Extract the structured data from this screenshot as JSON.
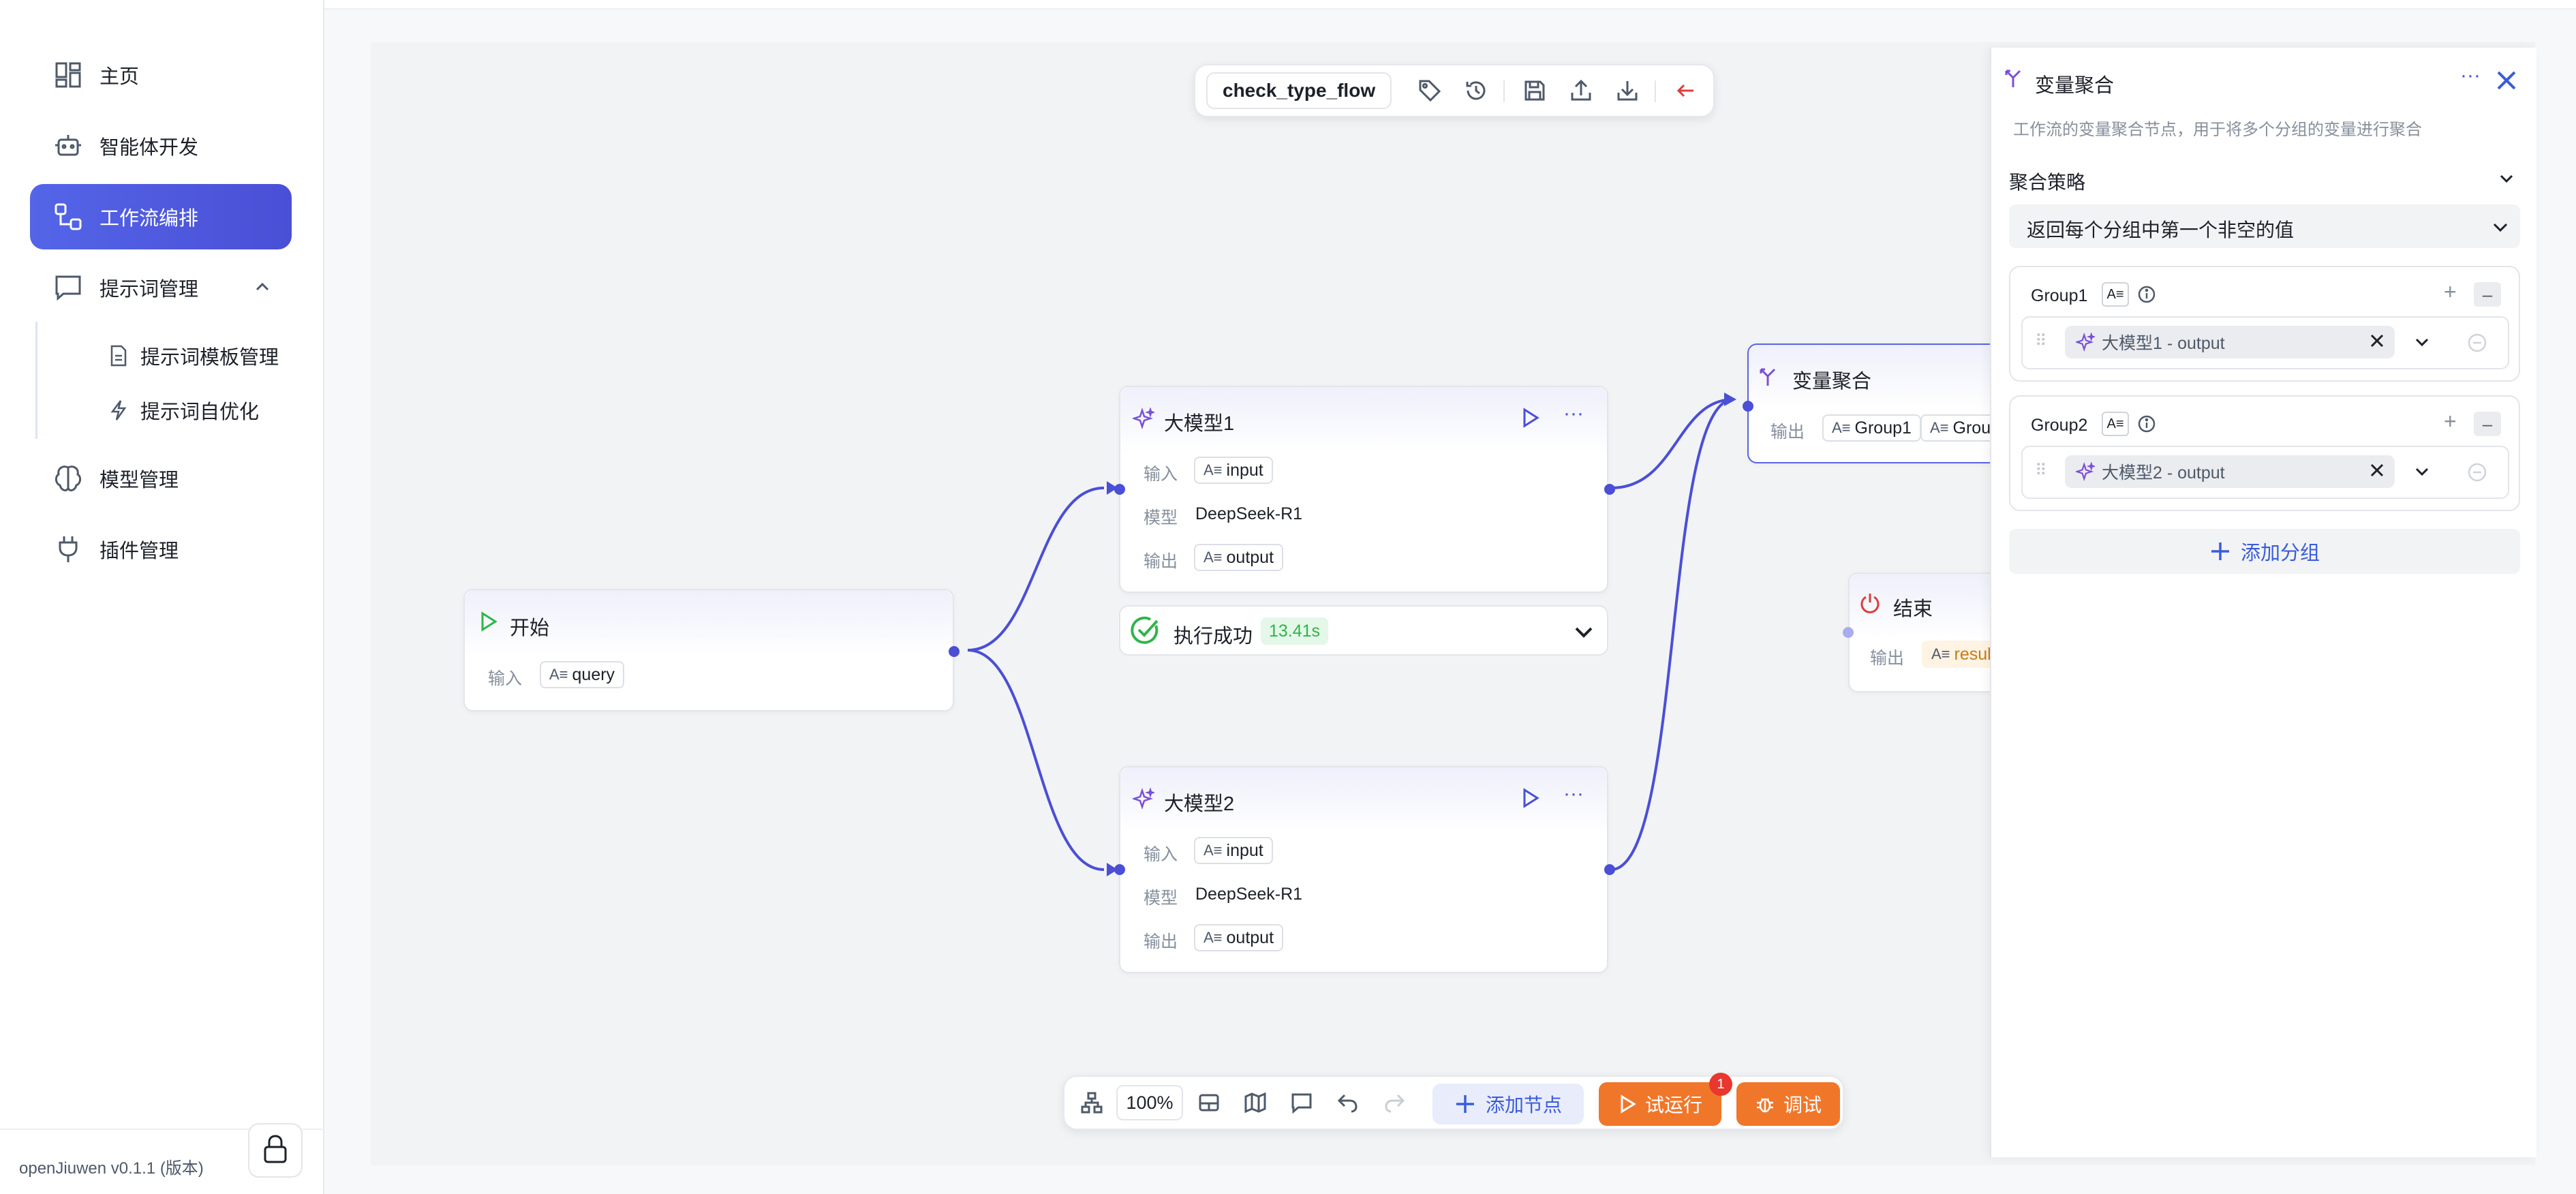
{
  "sidebar": {
    "items": [
      {
        "label": "主页",
        "icon": "dashboard-icon"
      },
      {
        "label": "智能体开发",
        "icon": "robot-icon"
      },
      {
        "label": "工作流编排",
        "icon": "workflow-icon"
      },
      {
        "label": "提示词管理",
        "icon": "message-icon"
      },
      {
        "label": "模型管理",
        "icon": "brain-icon"
      },
      {
        "label": "插件管理",
        "icon": "plug-icon"
      }
    ],
    "sub_items": [
      {
        "label": "提示词模板管理",
        "icon": "document-icon"
      },
      {
        "label": "提示词自优化",
        "icon": "lightning-icon"
      }
    ],
    "version": "openJiuwen v0.1.1 (版本)"
  },
  "toolbar": {
    "flow_name": "check_type_flow"
  },
  "nodes": {
    "start": {
      "title": "开始",
      "input_label": "输入",
      "input_tag": "query"
    },
    "llm1": {
      "title": "大模型1",
      "input_label": "输入",
      "input_tag": "input",
      "model_label": "模型",
      "model_value": "DeepSeek-R1",
      "output_label": "输出",
      "output_tag": "output"
    },
    "llm1_status": {
      "text": "执行成功",
      "time": "13.41s"
    },
    "llm2": {
      "title": "大模型2",
      "input_label": "输入",
      "input_tag": "input",
      "model_label": "模型",
      "model_value": "DeepSeek-R1",
      "output_label": "输出",
      "output_tag": "output"
    },
    "agg": {
      "title": "变量聚合",
      "output_label": "输出",
      "tag1": "Group1",
      "tag2": "Group"
    },
    "end": {
      "title": "结束",
      "output_label": "输出",
      "tag": "result"
    }
  },
  "panel": {
    "title": "变量聚合",
    "description": "工作流的变量聚合节点，用于将多个分组的变量进行聚合",
    "strategy_label": "聚合策略",
    "strategy_value": "返回每个分组中第一个非空的值",
    "groups": [
      {
        "name": "Group1",
        "variable": "大模型1 - output"
      },
      {
        "name": "Group2",
        "variable": "大模型2 - output"
      }
    ],
    "add_group": "添加分组"
  },
  "bottom": {
    "zoom": "100%",
    "add_node": "添加节点",
    "trial_run": "试运行",
    "trial_badge": "1",
    "debug": "调试"
  },
  "colors": {
    "accent": "#4a4fd6",
    "orange": "#f0772a",
    "success": "#2fb54a"
  }
}
